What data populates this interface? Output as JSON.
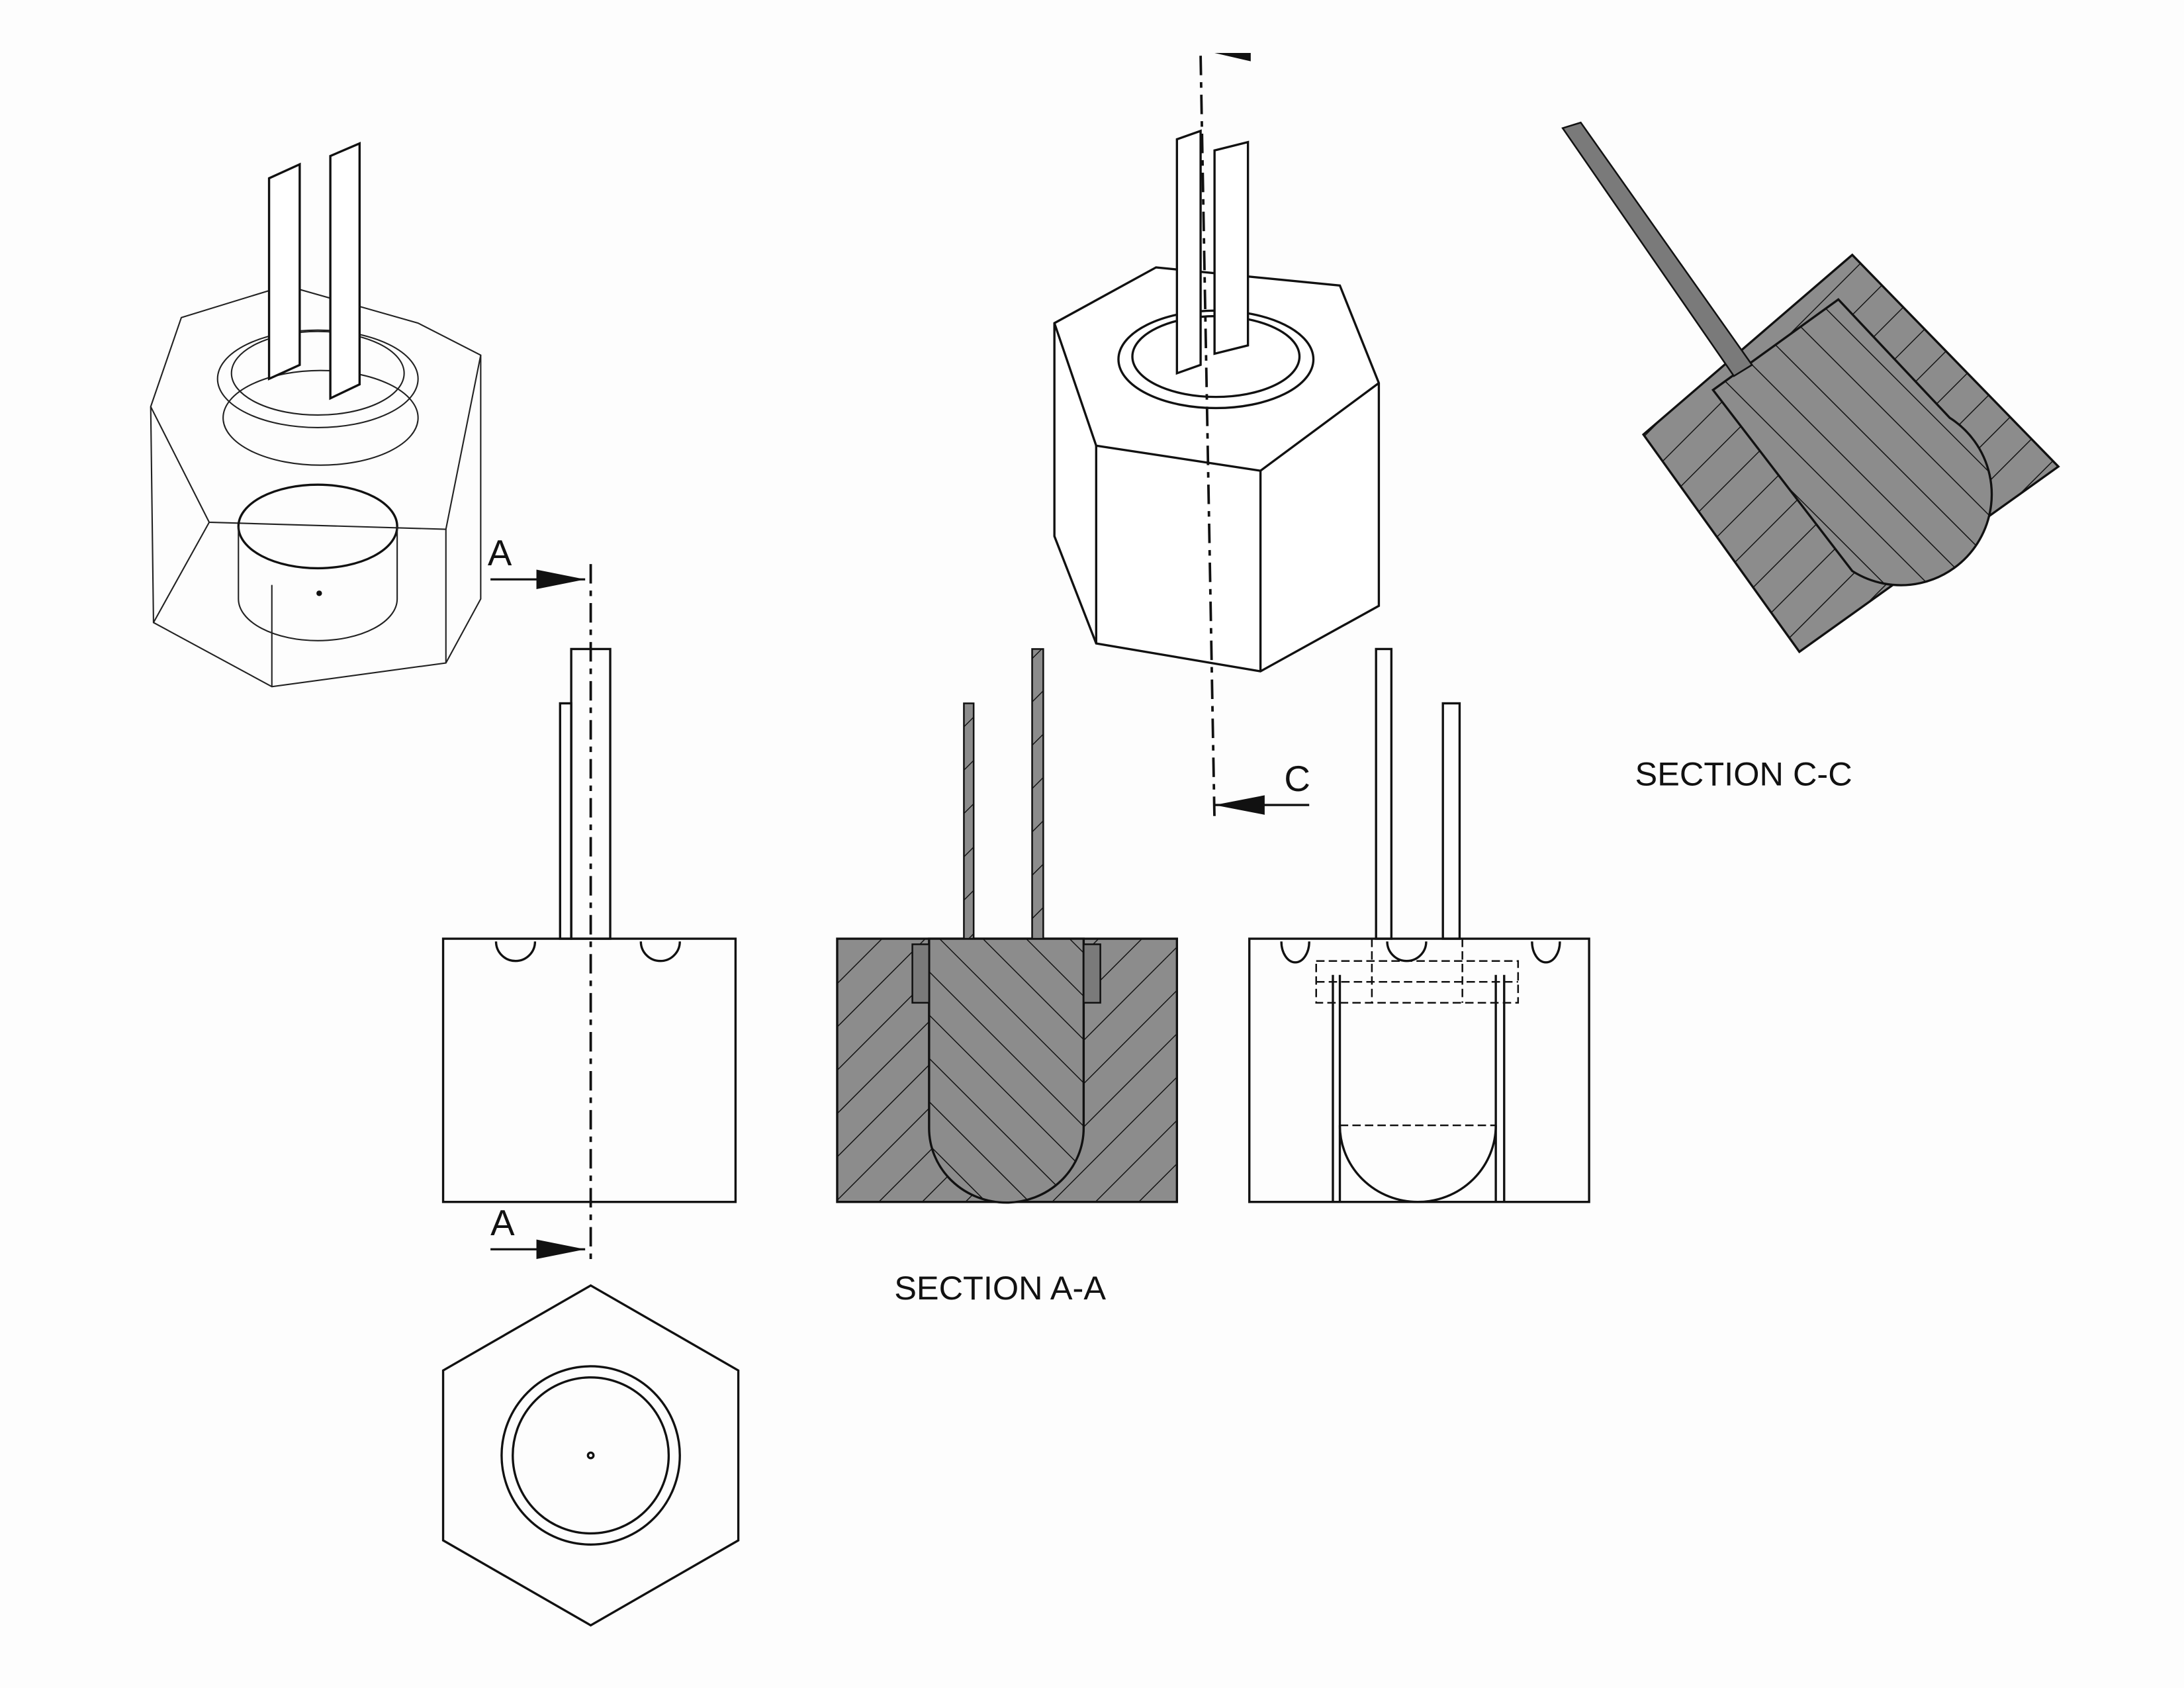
{
  "drawing": {
    "section_a_top_label": "A",
    "section_a_bottom_label": "A",
    "section_c_label": "C",
    "section_a_caption": "SECTION A-A",
    "section_c_caption": "SECTION C-C"
  },
  "colors": {
    "section_fill": "#8c8c8c",
    "line": "#111111",
    "paper": "#fdfdfd"
  }
}
